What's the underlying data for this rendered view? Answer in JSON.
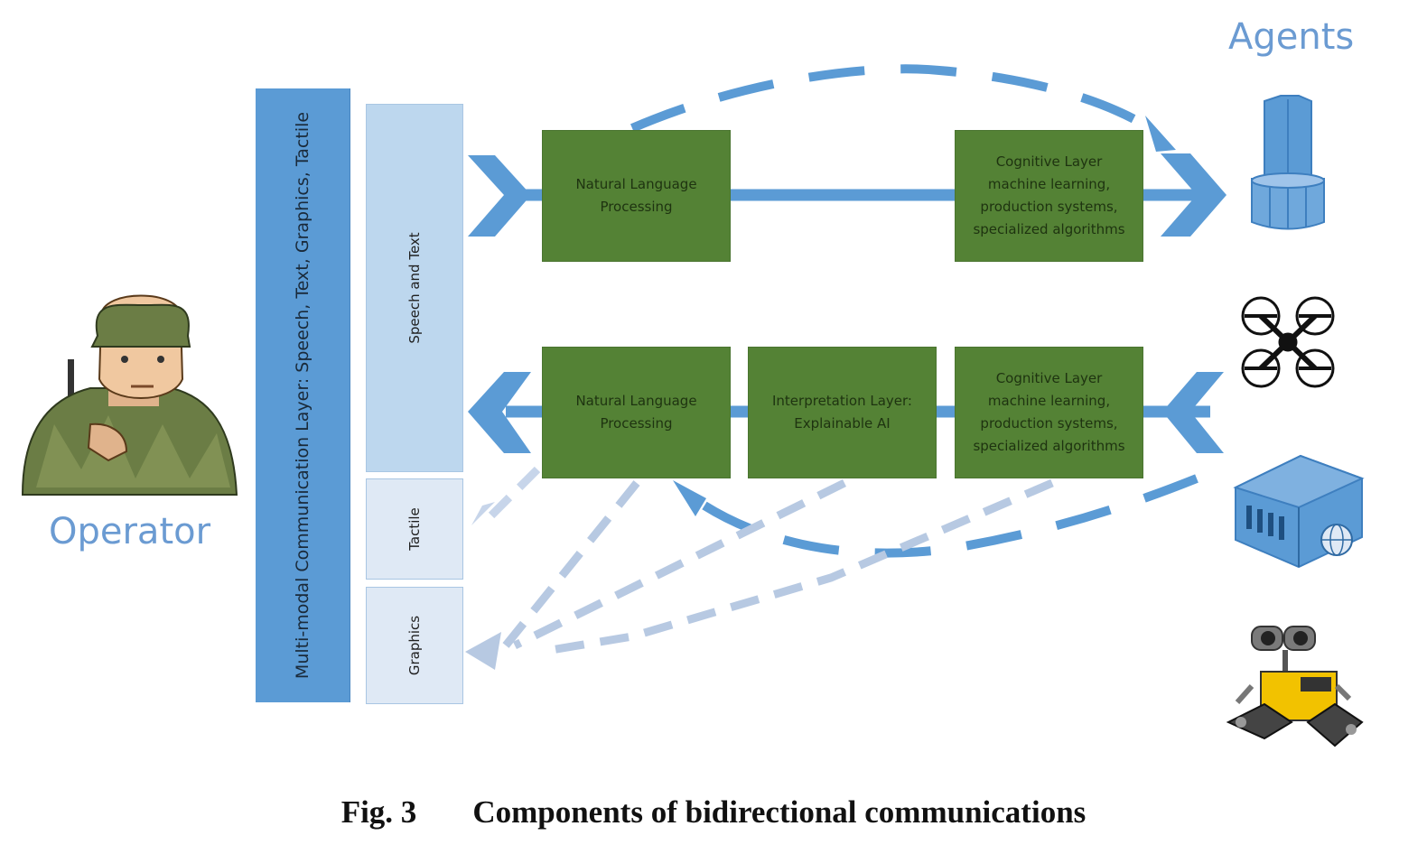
{
  "labels": {
    "agents": "Agents",
    "operator": "Operator",
    "multimodal_layer": "Multi-modal Communication Layer: Speech, Text, Graphics, Tactile"
  },
  "modalities": [
    {
      "label": "Speech and Text"
    },
    {
      "label": "Tactile"
    },
    {
      "label": "Graphics"
    }
  ],
  "top_row": [
    {
      "lines": [
        "Natural Language",
        "Processing"
      ]
    },
    {
      "lines": [
        "Cognitive Layer",
        "machine learning,",
        "production systems,",
        "specialized algorithms"
      ]
    }
  ],
  "bottom_row": [
    {
      "lines": [
        "Natural Language",
        "Processing"
      ]
    },
    {
      "lines": [
        "Interpretation Layer:",
        "Explainable AI"
      ]
    },
    {
      "lines": [
        "Cognitive Layer",
        "machine learning,",
        "production systems,",
        "specialized algorithms"
      ]
    }
  ],
  "caption": {
    "fig": "Fig. 3",
    "title": "Components of bidirectional communications"
  },
  "icons": [
    "soldier-icon",
    "column-agent-icon",
    "drone-icon",
    "server-icon",
    "robot-icon"
  ],
  "colors": {
    "accent_blue": "#5b9bd5",
    "green_box": "#548235",
    "light_blue": "#bdd7ee"
  }
}
